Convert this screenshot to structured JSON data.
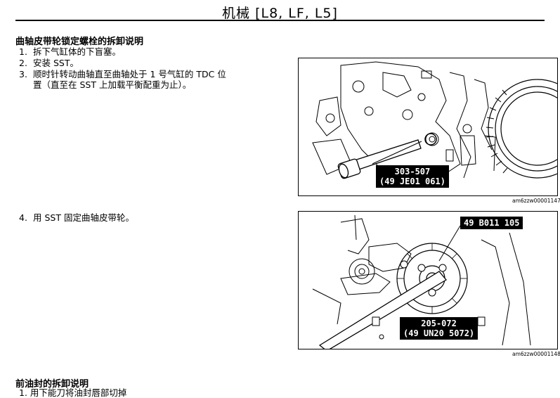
{
  "header": {
    "title": "机械 [L8, LF, L5]"
  },
  "section1": {
    "title": "曲轴皮带轮锁定螺栓的拆卸说明",
    "steps": [
      {
        "num": "1.",
        "text": "拆下气缸体的下盲塞。"
      },
      {
        "num": "2.",
        "text": "安装 SST。"
      },
      {
        "num": "3.",
        "text": "顺时针转动曲轴直至曲轴处于 1 号气缸的 TDC 位",
        "cont": "置（直至在 SST 上加载平衡配重为止）。"
      }
    ],
    "step4": {
      "num": "4.",
      "text": "用 SST 固定曲轴皮带轮。"
    }
  },
  "figure1": {
    "callout_line1": "303-507",
    "callout_line2": "(49 JE01 061)",
    "code": "am6zzw00001147"
  },
  "figure2": {
    "callout_top": "49 B011 105",
    "callout_line1": "205-072",
    "callout_line2": "(49 UN20 5072)",
    "code": "am6zzw00001148"
  },
  "section2": {
    "title": "前油封的拆卸说明",
    "step1_partial": "1.  用下能刀将油封唇部切掉"
  }
}
